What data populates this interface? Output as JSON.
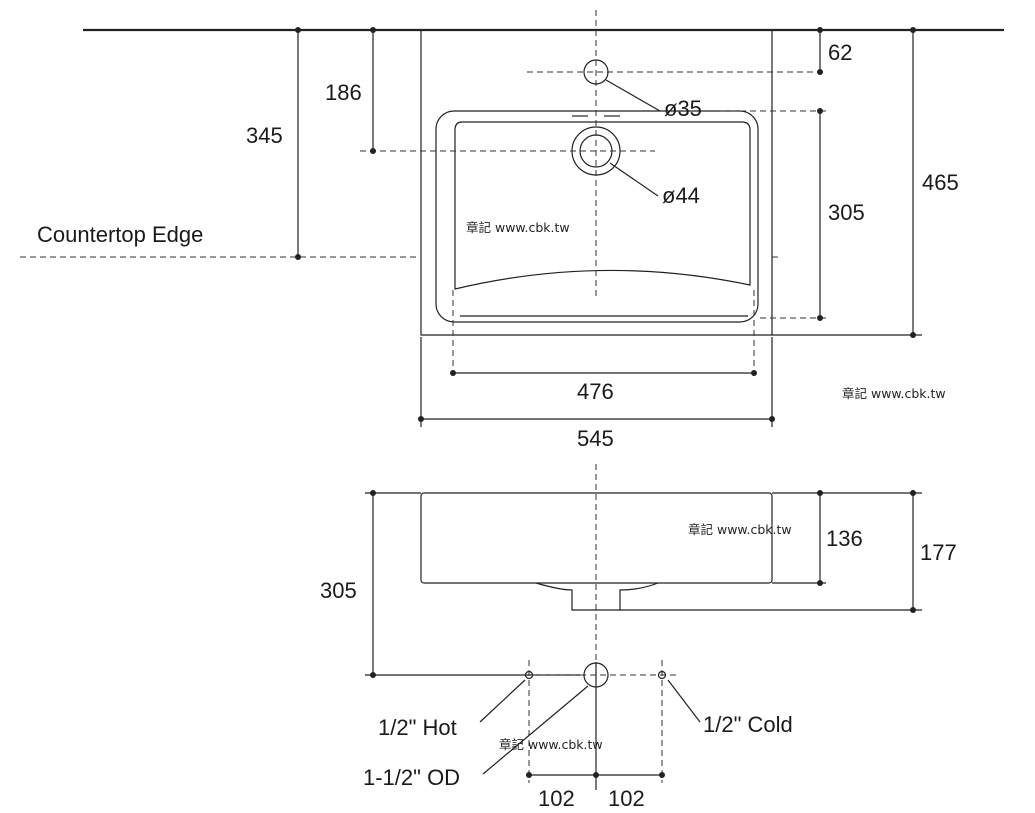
{
  "top_view": {
    "dim_62": "62",
    "dim_186": "186",
    "dim_345": "345",
    "dim_465": "465",
    "dim_305": "305",
    "dim_476": "476",
    "dim_545": "545",
    "hole_small": "ø35",
    "hole_large": "ø44",
    "countertop_label": "Countertop Edge"
  },
  "side_view": {
    "dim_136": "136",
    "dim_177": "177",
    "dim_305": "305"
  },
  "supply_view": {
    "hot_label": "1/2\" Hot",
    "cold_label": "1/2\" Cold",
    "drain_label": "1-1/2\" OD",
    "dim_102_left": "102",
    "dim_102_right": "102"
  },
  "watermark": "章記 www.cbk.tw"
}
